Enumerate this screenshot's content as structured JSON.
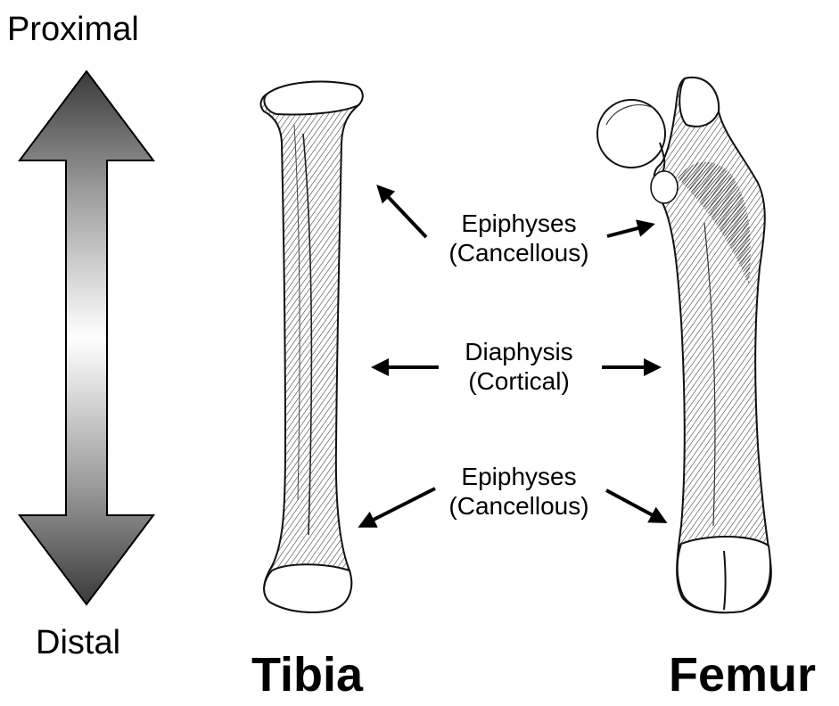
{
  "direction": {
    "top_label": "Proximal",
    "bottom_label": "Distal"
  },
  "bones": {
    "left_name": "Tibia",
    "right_name": "Femur"
  },
  "callouts": {
    "upper": {
      "line1": "Epiphyses",
      "line2": "(Cancellous)"
    },
    "middle": {
      "line1": "Diaphysis",
      "line2": "(Cortical)"
    },
    "lower": {
      "line1": "Epiphyses",
      "line2": "(Cancellous)"
    }
  }
}
